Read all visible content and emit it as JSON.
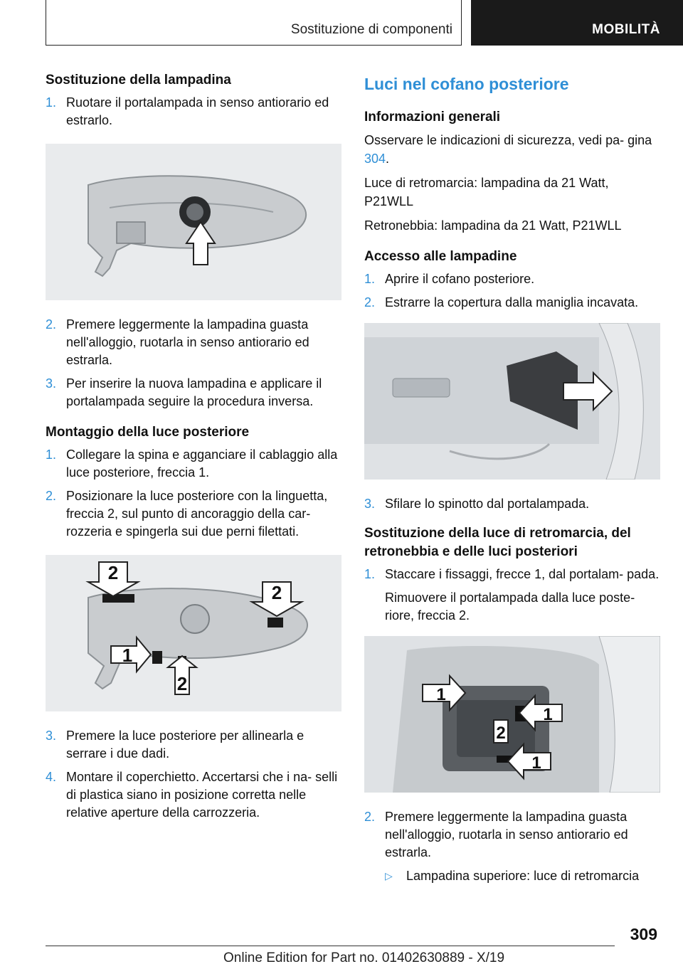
{
  "header": {
    "section": "Sostituzione di componenti",
    "chapter": "MOBILITÀ"
  },
  "left": {
    "h1": "Sostituzione della lampadina",
    "steps_a": [
      {
        "num": "1.",
        "text": "Ruotare il portalampada in senso antiorario ed estrarlo."
      }
    ],
    "steps_b": [
      {
        "num": "2.",
        "text": "Premere leggermente la lampadina guasta nell'alloggio, ruotarla in senso antiorario ed estrarla."
      },
      {
        "num": "3.",
        "text": "Per inserire la nuova lampadina e applicare il portalampada seguire la procedura inversa."
      }
    ],
    "h2": "Montaggio della luce posteriore",
    "steps_c": [
      {
        "num": "1.",
        "text": "Collegare la spina e agganciare il cablaggio alla luce posteriore, freccia 1."
      },
      {
        "num": "2.",
        "text": "Posizionare la luce posteriore con la linguetta, freccia 2, sul punto di ancoraggio della car‐ rozzeria e spingerla sui due perni filettati."
      }
    ],
    "fig2_labels": {
      "a": "2",
      "b": "2",
      "c": "1",
      "d": "2"
    },
    "steps_d": [
      {
        "num": "3.",
        "text": "Premere la luce posteriore per allinearla e serrare i due dadi."
      },
      {
        "num": "4.",
        "text": "Montare il coperchietto. Accertarsi che i na‐ selli di plastica siano in posizione corretta nelle relative aperture della carrozzeria."
      }
    ]
  },
  "right": {
    "title": "Luci nel cofano posteriore",
    "h_info": "Informazioni generali",
    "p1_pre": "Osservare le indicazioni di sicurezza, vedi pa‐ gina ",
    "p1_link": "304",
    "p1_post": ".",
    "p2": "Luce di retromarcia: lampadina da 21 Watt, P21WLL",
    "p3": "Retronebbia: lampadina da 21 Watt, P21WLL",
    "h_access": "Accesso alle lampadine",
    "access_steps": [
      {
        "num": "1.",
        "text": "Aprire il cofano posteriore."
      },
      {
        "num": "2.",
        "text": "Estrarre la copertura dalla maniglia incavata."
      }
    ],
    "step3": {
      "num": "3.",
      "text": "Sfilare lo spinotto dal portalampada."
    },
    "h_replace": "Sostituzione della luce di retromarcia, del retronebbia e delle luci posteriori",
    "rep1": {
      "num": "1.",
      "text": "Staccare i fissaggi, frecce 1, dal portalam‐ pada.",
      "sub": "Rimuovere il portalampada dalla luce poste‐ riore, freccia 2."
    },
    "fig4_labels": {
      "a": "1",
      "b": "1",
      "c": "2",
      "d": "1"
    },
    "rep2": {
      "num": "2.",
      "text": "Premere leggermente la lampadina guasta nell'alloggio, ruotarla in senso antiorario ed estrarla.",
      "bullet": "Lampadina superiore: luce di retromarcia"
    }
  },
  "footer": {
    "page": "309",
    "edition": "Online Edition for Part no. 01402630889 - X/19"
  }
}
